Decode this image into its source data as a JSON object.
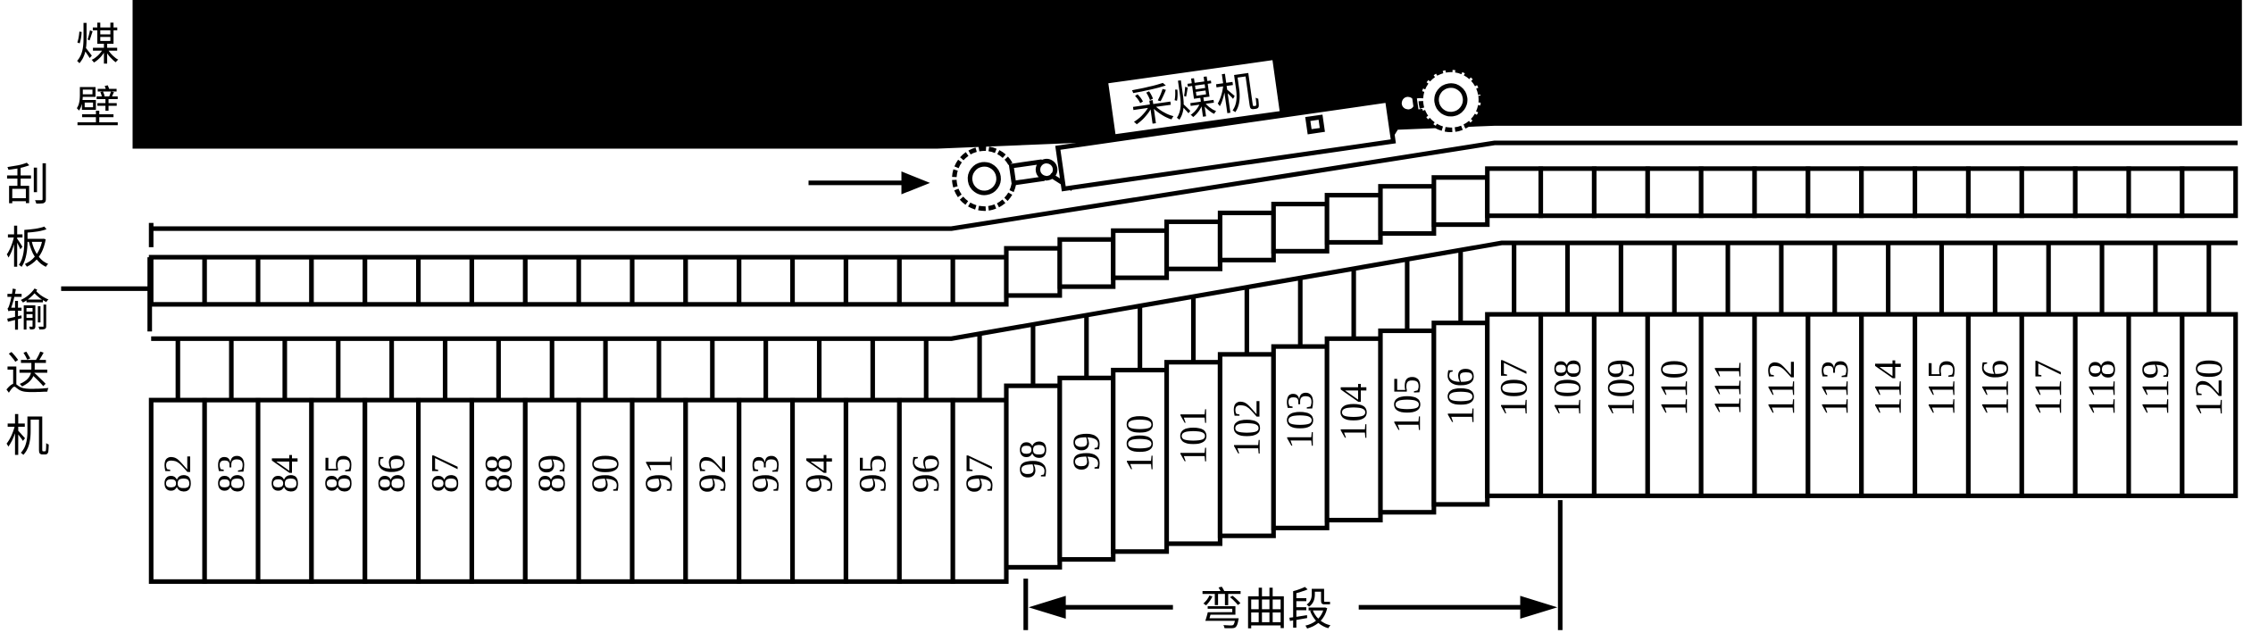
{
  "labels": {
    "coal_wall": [
      "煤",
      "壁"
    ],
    "conveyor": [
      "刮",
      "板",
      "输",
      "送",
      "机"
    ],
    "shearer": "采煤机",
    "bending_section": "弯曲段"
  },
  "chute_numbers": [
    "82",
    "83",
    "84",
    "85",
    "86",
    "87",
    "88",
    "89",
    "90",
    "91",
    "92",
    "93",
    "94",
    "95",
    "96",
    "97",
    "98",
    "99",
    "100",
    "101",
    "102",
    "103",
    "104",
    "105",
    "106",
    "107",
    "108",
    "109",
    "110",
    "111",
    "112",
    "113",
    "114",
    "115",
    "116",
    "117",
    "118",
    "119",
    "120"
  ],
  "colors": {
    "ink": "#000000",
    "paper": "#ffffff"
  }
}
